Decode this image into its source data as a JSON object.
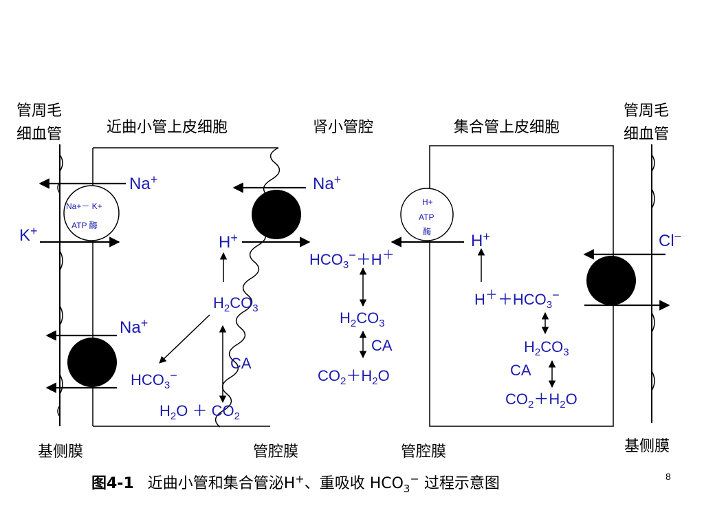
{
  "labels": {
    "left_capillary_l1": "管周毛",
    "left_capillary_l2": "细血管",
    "right_capillary_l1": "管周毛",
    "right_capillary_l2": "细血管",
    "proximal_cell": "近曲小管上皮细胞",
    "lumen": "肾小管腔",
    "collecting_cell": "集合管上皮细胞",
    "basolateral_left": "基侧膜",
    "luminal_left": "管腔膜",
    "luminal_right": "管腔膜",
    "basolateral_right": "基侧膜"
  },
  "ions": {
    "na_top_left": "Na",
    "na_lumen": "Na",
    "k_left": "K",
    "h_proximal": "H",
    "na_bottom_left": "Na",
    "h_collecting": "H",
    "cl_right": "Cl",
    "plus": "+",
    "minus": "−"
  },
  "pump_left": {
    "line1": "Na+－ K+",
    "line2": "ATP  酶"
  },
  "pump_right": {
    "line1": "H+",
    "line2": "ATP",
    "line3": "酶"
  },
  "chem": {
    "h2co3": "H2CO3",
    "ca": "CA",
    "hco3": "HCO3",
    "h2o_co2": "H2O ＋ CO2",
    "co2_h2o": "CO2＋H2O",
    "h_plus_hco3": "H＋＋HCO3",
    "hco3_plus_h": "HCO3－＋H＋"
  },
  "caption": {
    "prefix": "图4-1",
    "text_a": "近曲小管和集合管泌H",
    "text_b": "、重吸收 HCO",
    "text_c": " 过程示意图"
  },
  "page_number": "8"
}
